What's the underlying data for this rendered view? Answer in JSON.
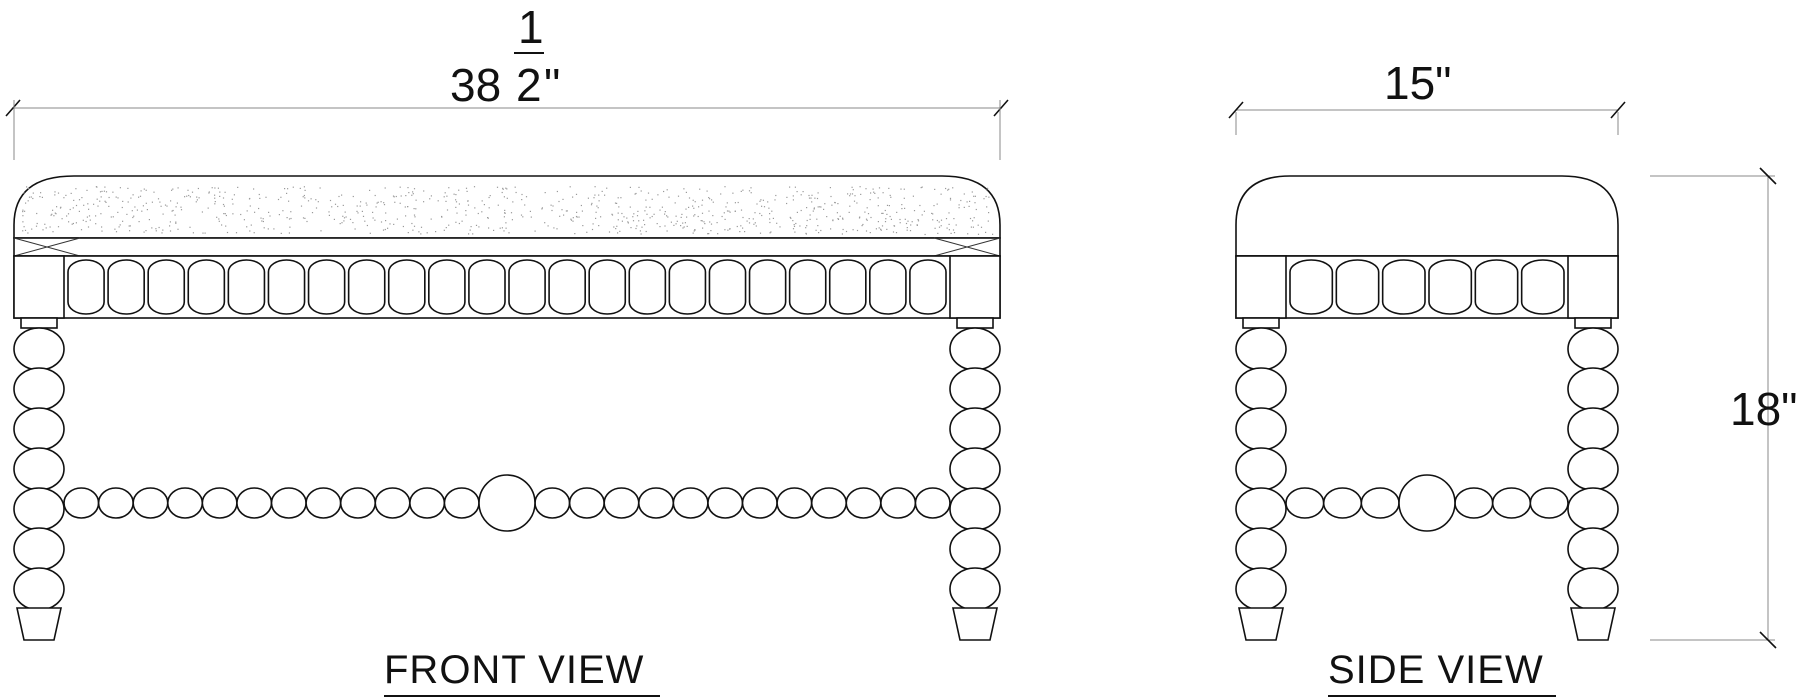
{
  "front_view": {
    "width_label_whole": "38",
    "width_label_num": "1",
    "width_label_den": "2",
    "width_label_unit": "\"",
    "title": "FRONT  VIEW"
  },
  "side_view": {
    "depth_label": "15\"",
    "height_label": "18\"",
    "title": "SIDE  VIEW"
  }
}
